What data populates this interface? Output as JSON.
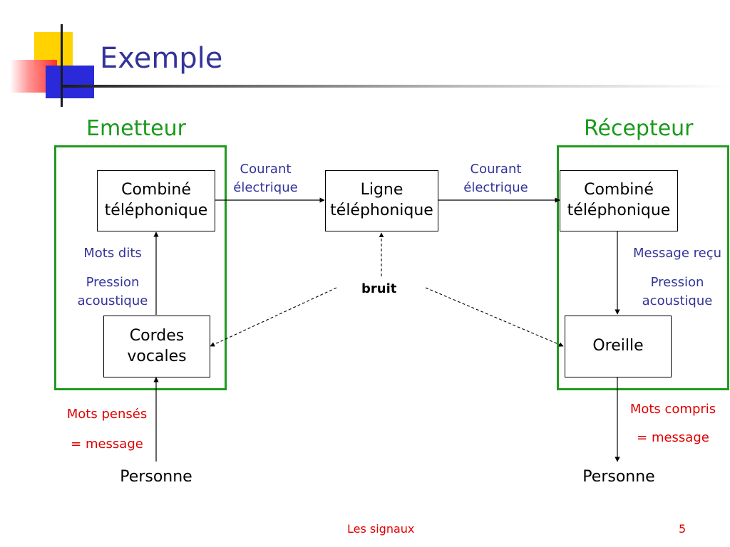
{
  "slide": {
    "title": "Exemple",
    "footer_text": "Les signaux",
    "page_number": "5"
  },
  "sections": {
    "emitter_title": "Emetteur",
    "receiver_title": "Récepteur"
  },
  "boxes": {
    "emitter_handset": "Combiné\ntéléphonique",
    "vocal_cords": "Cordes\nvocales",
    "phone_line": "Ligne\ntéléphonique",
    "receiver_handset": "Combiné\ntéléphonique",
    "ear": "Oreille"
  },
  "labels": {
    "current_left": "Courant\nélectrique",
    "current_right": "Courant\nélectrique",
    "noise": "bruit",
    "spoken_words": "Mots dits",
    "pressure_left": "Pression\nacoustique",
    "message_received": "Message reçu",
    "pressure_right": "Pression\nacoustique",
    "thought_words": "Mots pensés",
    "equals_message_left": "= message",
    "understood_words": "Mots compris",
    "equals_message_right": "= message",
    "person_left": "Personne",
    "person_right": "Personne"
  },
  "colors": {
    "title": "#333399",
    "section_green": "#1a9a1a",
    "blue_label": "#333399",
    "red_label": "#e00000"
  }
}
